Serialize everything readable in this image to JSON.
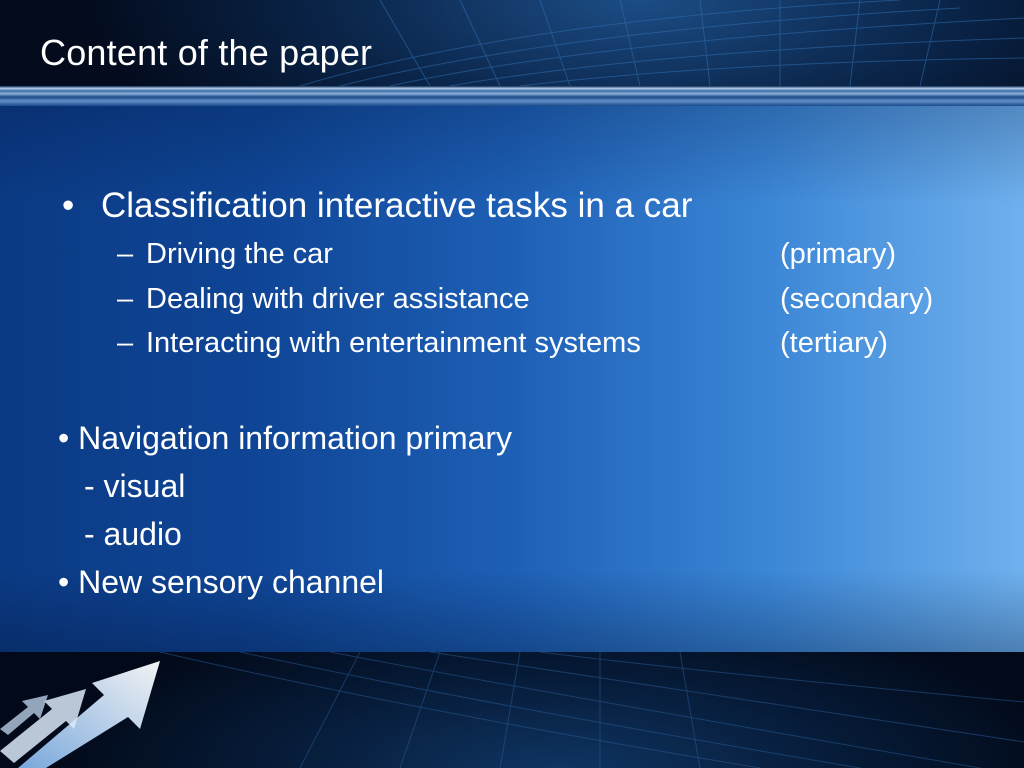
{
  "slide": {
    "title": "Content of the paper",
    "bullet_char": "•",
    "dash_char": "–",
    "section1": {
      "heading": "Classification interactive tasks in a car",
      "items": [
        {
          "label": "Driving the car",
          "category": "(primary)"
        },
        {
          "label": "Dealing with driver assistance",
          "category": "(secondary)"
        },
        {
          "label": "Interacting with entertainment systems",
          "category": "(tertiary)"
        }
      ]
    },
    "section2": {
      "heading": "• Navigation information primary",
      "subitems": [
        "- visual",
        "- audio"
      ]
    },
    "section3": {
      "heading": "• New sensory channel"
    }
  },
  "colors": {
    "text": "#ffffff",
    "panel_left": "#0b3a84",
    "panel_right": "#6fb1ee",
    "header_dark": "#030b1d"
  },
  "icons": {
    "decoration": "arrows-icon"
  }
}
